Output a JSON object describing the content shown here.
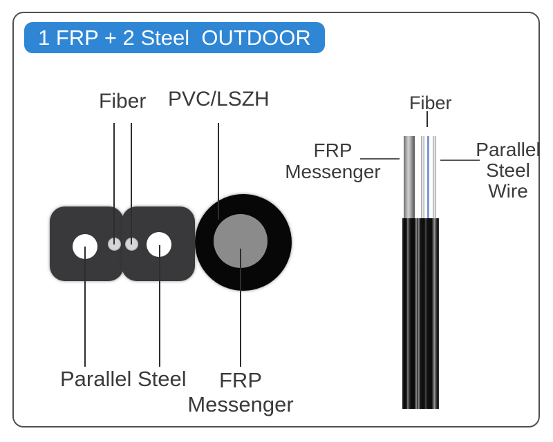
{
  "banner": {
    "label": "1 FRP + 2 Steel  OUTDOOR"
  },
  "left_diagram": {
    "label_fiber": "Fiber",
    "label_jacket": "PVC/LSZH",
    "label_parallel_steel": "Parallel Steel",
    "label_messenger_line1": "FRP",
    "label_messenger_line2": "Messenger"
  },
  "right_diagram": {
    "label_fiber": "Fiber",
    "label_messenger_line1": "FRP",
    "label_messenger_line2": "Messenger",
    "label_steel_line1": "Parallel",
    "label_steel_line2": "Steel",
    "label_steel_line3": "Wire"
  },
  "colors": {
    "banner_bg": "#2e86d5",
    "banner_text": "#ffffff",
    "label_text": "#3a3a3a",
    "frame_border": "#4f4f4f",
    "cable_jacket_cross_section": "#39393b",
    "messenger_outer": "#070707",
    "messenger_core": "#8b8b8b",
    "steel_wire_hole": "#ffffff",
    "fiber_dot": "#d6d6d6",
    "fiber_line_blue": "#7b97d9",
    "frp_wire_silver": "#b5b5b5",
    "side_jacket_black": "#0c0c0c",
    "leader_line": "#2d2d2d"
  }
}
